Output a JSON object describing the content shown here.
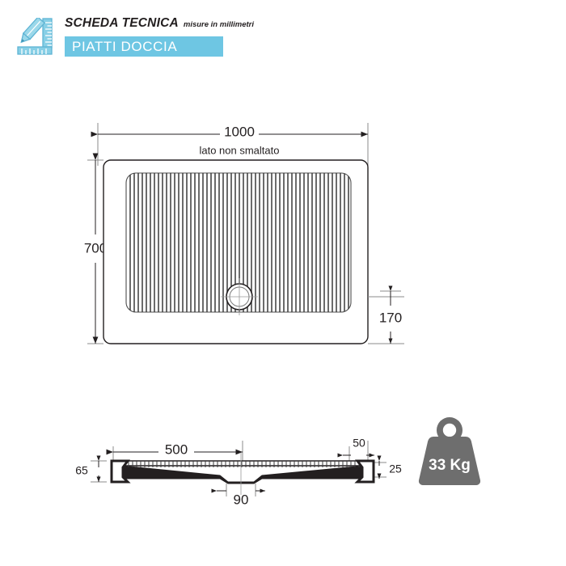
{
  "header": {
    "logo_icon": "pencil-ruler-icon",
    "title": "SCHEDA TECNICA",
    "subtitle": "misure in millimetri",
    "banner_label": "PIATTI DOCCIA",
    "banner_color": "#6ec6e3",
    "banner_text_color": "#ffffff"
  },
  "plan_view": {
    "name": "shower-tray-plan-view",
    "width_dim": "1000",
    "height_dim": "700",
    "drain_offset_dim": "170",
    "note": "lato non smaltato",
    "drain_icon": "drain-circle-icon"
  },
  "section_view": {
    "name": "shower-tray-section-view",
    "drain_center_dim": "500",
    "edge_dim": "50",
    "thickness_dim": "65",
    "edge_thickness_dim": "25",
    "drain_width_dim": "90"
  },
  "weight_badge": {
    "icon": "weight-icon",
    "label": "33 Kg",
    "color": "#6e6e6e"
  }
}
